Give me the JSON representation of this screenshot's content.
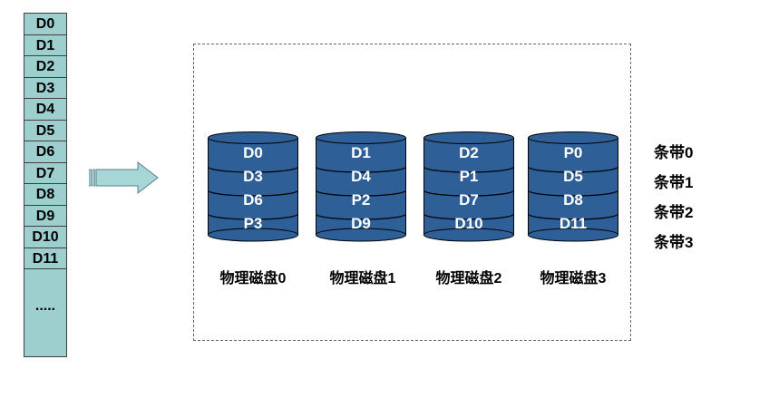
{
  "blocks": [
    "D0",
    "D1",
    "D2",
    "D3",
    "D4",
    "D5",
    "D6",
    "D7",
    "D8",
    "D9",
    "D10",
    "D11"
  ],
  "blocks_more": ".....",
  "disks": [
    {
      "label": "物理磁盘0",
      "segments": [
        "D0",
        "D3",
        "D6",
        "P3"
      ]
    },
    {
      "label": "物理磁盘1",
      "segments": [
        "D1",
        "D4",
        "P2",
        "D9"
      ]
    },
    {
      "label": "物理磁盘2",
      "segments": [
        "D2",
        "P1",
        "D7",
        "D10"
      ]
    },
    {
      "label": "物理磁盘3",
      "segments": [
        "P0",
        "D5",
        "D8",
        "D11"
      ]
    }
  ],
  "stripes": [
    "条带0",
    "条带1",
    "条带2",
    "条带3"
  ],
  "colors": {
    "block_fill": "#9dcfcf",
    "disk_fill": "#2e5f97",
    "arrow_fill": "#a6d6d6"
  }
}
